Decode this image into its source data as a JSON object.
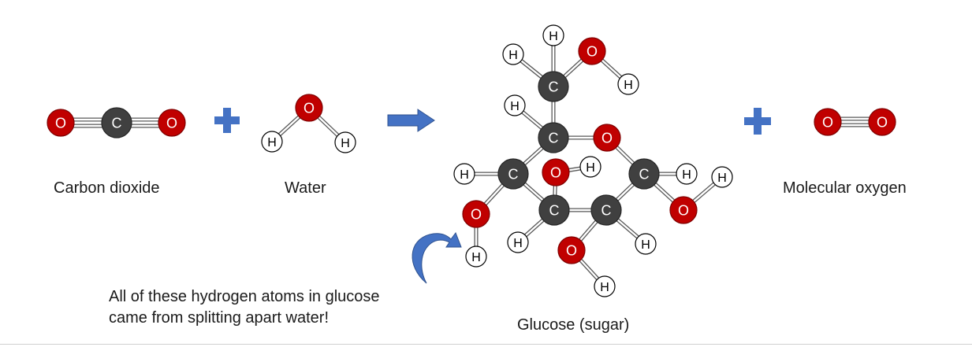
{
  "symbols": {
    "oxygen": "O",
    "carbon": "C",
    "hydrogen": "H"
  },
  "labels": {
    "carbon_dioxide": "Carbon dioxide",
    "water": "Water",
    "glucose": "Glucose (sugar)",
    "molecular_oxygen": "Molecular oxygen"
  },
  "note": {
    "line1": "All of these hydrogen atoms in glucose",
    "line2": "came from splitting apart water!"
  },
  "colors": {
    "oxygen": "#c00000",
    "carbon": "#404040",
    "hydrogen": "#ffffff",
    "operator": "#4472c4",
    "bond": "#a6a6a6"
  },
  "icons": {
    "plus": "plus-icon",
    "reaction_arrow": "right-arrow-icon",
    "pointer": "curved-arrow-icon"
  }
}
